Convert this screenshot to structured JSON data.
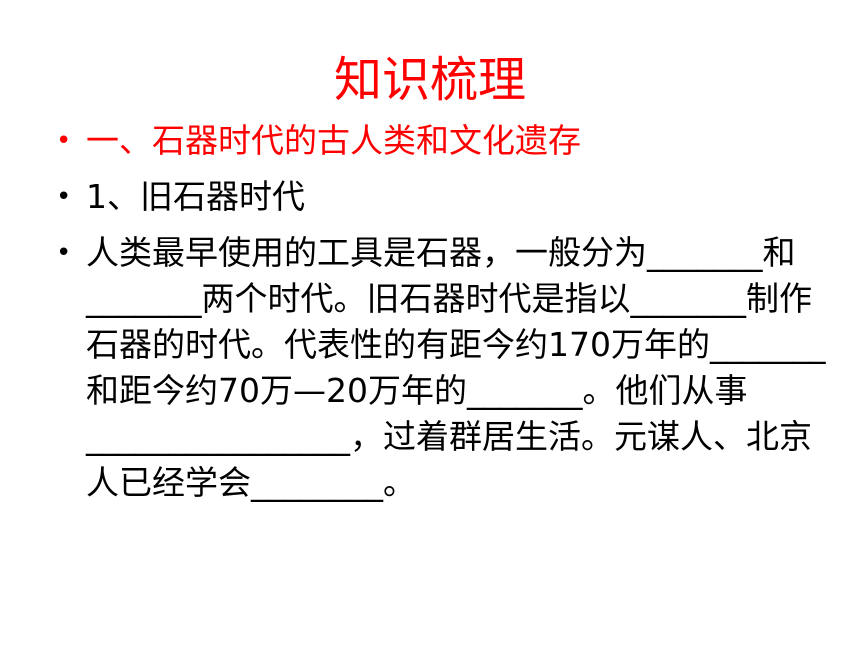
{
  "title": "知识梳理",
  "bullets": [
    {
      "text": "一、石器时代的古人类和文化遗存"
    },
    {
      "text": "1、旧石器时代"
    },
    {
      "text": "人类最早使用的工具是石器，一般分为_______和_______两个时代。旧石器时代是指以_______制作石器的时代。代表性的有距今约170万年的_______和距今约70万—20万年的_______。他们从事________________，过着群居生活。元谋人、北京人已经学会________。"
    }
  ],
  "bullet_glyph": "•",
  "colors": {
    "heading": "#ff0000",
    "body": "#000000",
    "background": "#ffffff"
  }
}
